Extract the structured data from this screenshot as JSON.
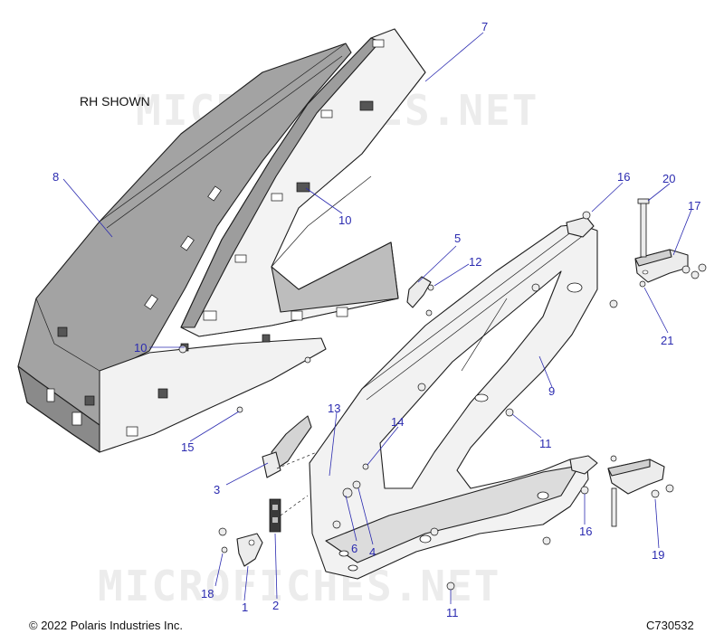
{
  "note": "RH SHOWN",
  "watermark": "MICROFICHES.NET",
  "copyright": "© 2022 Polaris Industries Inc.",
  "diagram_code": "C730532",
  "colors": {
    "callout": "#2b2bb0",
    "part_fill": "#f0f0f0",
    "part_shade": "#9a9a9a",
    "outline": "#1e1e1e"
  },
  "callouts": [
    "1",
    "2",
    "3",
    "4",
    "5",
    "6",
    "7",
    "8",
    "9",
    "10",
    "10",
    "11",
    "11",
    "12",
    "13",
    "14",
    "15",
    "16",
    "16",
    "17",
    "18",
    "19",
    "20",
    "21"
  ]
}
